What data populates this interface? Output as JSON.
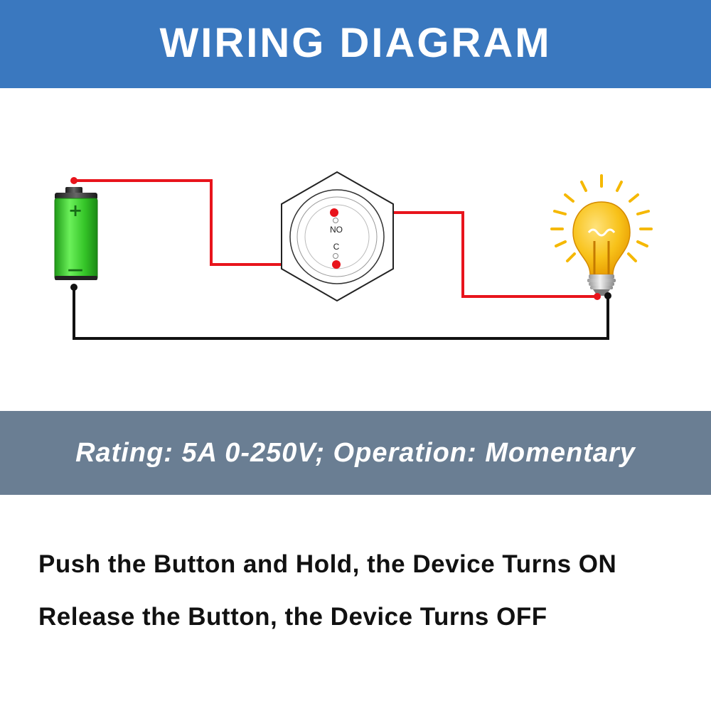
{
  "header": {
    "title": "WIRING DIAGRAM",
    "background": "#3a78bf"
  },
  "diagram": {
    "battery": {
      "positive_symbol": "+",
      "negative_symbol": "—",
      "icon": "battery-icon",
      "color": "#3ecf2e"
    },
    "switch": {
      "icon": "push-button-switch-icon",
      "terminal_no_label": "NO",
      "terminal_c_label": "C"
    },
    "lamp": {
      "icon": "light-bulb-icon",
      "color": "#f5b800"
    },
    "wire_colors": {
      "positive": "#e8141c",
      "negative": "#111111"
    }
  },
  "rating": {
    "text": "Rating: 5A 0-250V; Operation: Momentary",
    "background": "#6a7e93"
  },
  "instructions": {
    "line1": "Push the Button and Hold, the Device Turns ON",
    "line2": "Release the Button, the Device Turns OFF"
  }
}
